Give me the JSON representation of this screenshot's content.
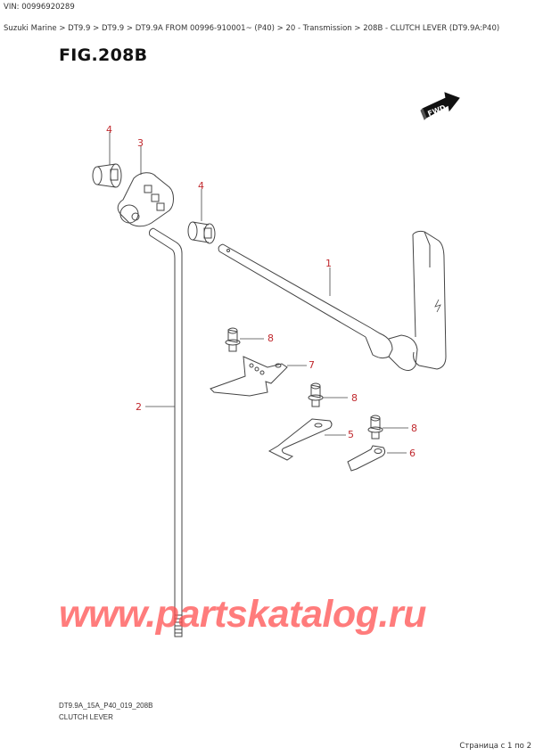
{
  "header": {
    "vin": "VIN: 00996920289",
    "breadcrumb": "Suzuki Marine > DT9.9 > DT9.9 > DT9.9A FROM 00996-910001~ (P40) > 20 - Transmission > 208B - CLUTCH LEVER (DT9.9A:P40)"
  },
  "figure": {
    "title": "FIG.208B",
    "fwd_label": "FWD",
    "callouts": [
      {
        "num": "1",
        "part": "clutch-lever"
      },
      {
        "num": "2",
        "part": "rod"
      },
      {
        "num": "3",
        "part": "lever-bracket"
      },
      {
        "num": "4",
        "part": "bushing-left"
      },
      {
        "num": "4",
        "part": "bushing-right"
      },
      {
        "num": "5",
        "part": "clamp"
      },
      {
        "num": "6",
        "part": "clip"
      },
      {
        "num": "7",
        "part": "bracket"
      },
      {
        "num": "8",
        "part": "bolt-upper"
      },
      {
        "num": "8",
        "part": "bolt-middle"
      },
      {
        "num": "8",
        "part": "bolt-lower"
      }
    ],
    "callout_color": "#c0282d"
  },
  "watermark": "www.partskatalog.ru",
  "footer": {
    "code": "DT9.9A_15A_P40_019_208B",
    "name": "CLUTCH LEVER",
    "page": "Страница с 1 по 2"
  }
}
